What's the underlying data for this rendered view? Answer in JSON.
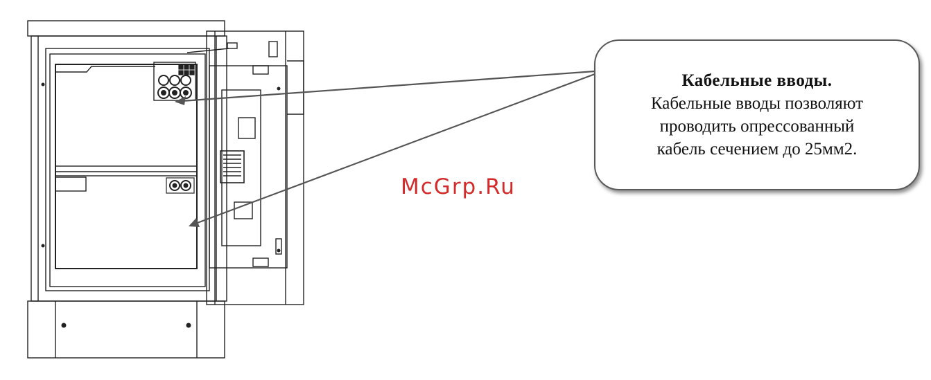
{
  "callout": {
    "title": "Кабельные вводы.",
    "lines": [
      "Кабельные вводы позволяют",
      "проводить опрессованный",
      "кабель сечением до 25мм2."
    ]
  },
  "watermark": {
    "text": "McGrp.Ru",
    "color": "#d42a2a"
  },
  "colors": {
    "line": "#222222",
    "arrow": "#555555"
  }
}
